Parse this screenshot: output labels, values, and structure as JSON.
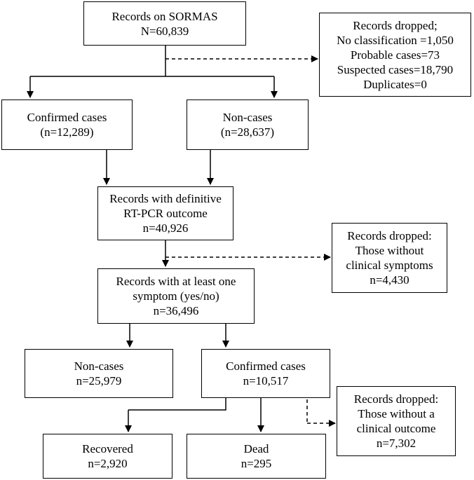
{
  "boxes": {
    "sormas": {
      "lines": [
        "Records on SORMAS",
        "N=60,839"
      ]
    },
    "dropped1": {
      "lines": [
        "Records dropped;",
        "No classification =1,050",
        "Probable cases=73",
        "Suspected cases=18,790",
        "Duplicates=0"
      ]
    },
    "confirmed1": {
      "lines": [
        "Confirmed cases",
        "(n=12,289)"
      ]
    },
    "noncases1": {
      "lines": [
        "Non-cases",
        "(n=28,637)"
      ]
    },
    "rtpcr": {
      "lines": [
        "Records with definitive",
        "RT-PCR outcome",
        "n=40,926"
      ]
    },
    "dropped2": {
      "lines": [
        "Records dropped:",
        "Those without",
        "clinical symptoms",
        "n=4,430"
      ]
    },
    "symptom": {
      "lines": [
        "Records with at least one",
        "symptom (yes/no)",
        "n=36,496"
      ]
    },
    "noncases2": {
      "lines": [
        "Non-cases",
        "n=25,979"
      ]
    },
    "confirmed2": {
      "lines": [
        "Confirmed cases",
        "n=10,517"
      ]
    },
    "dropped3": {
      "lines": [
        "Records dropped:",
        "Those without a",
        "clinical outcome",
        "n=7,302"
      ]
    },
    "recovered": {
      "lines": [
        "Recovered",
        "n=2,920"
      ]
    },
    "dead": {
      "lines": [
        "Dead",
        "n=295"
      ]
    }
  }
}
